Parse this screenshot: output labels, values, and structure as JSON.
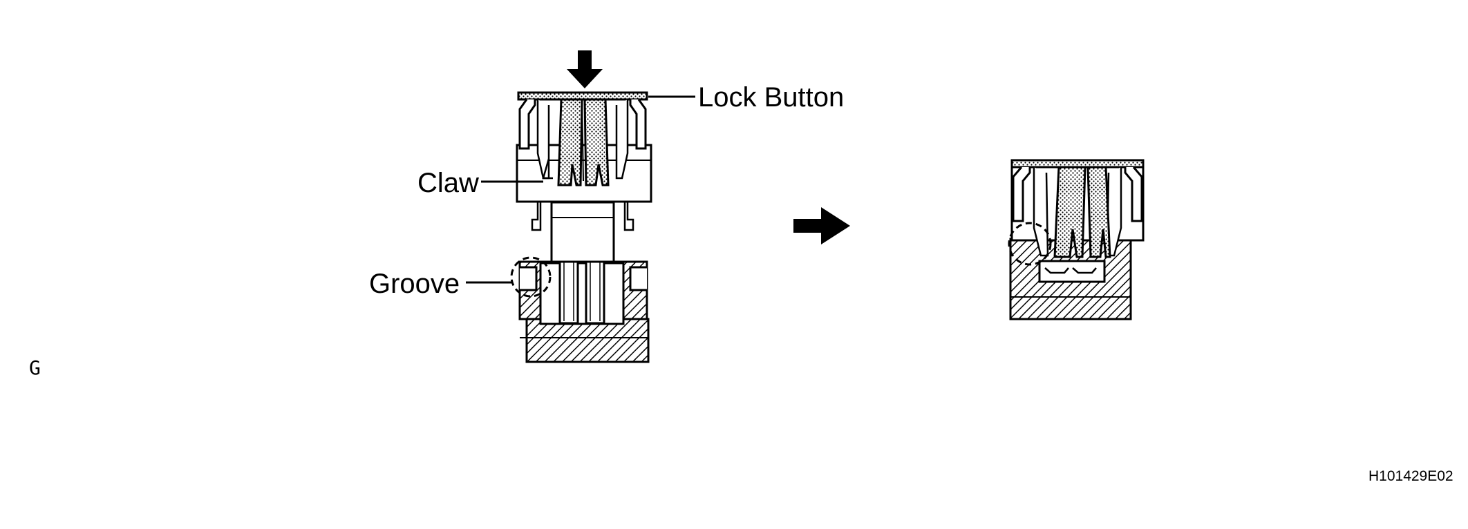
{
  "labels": {
    "lock_button": "Lock Button",
    "claw": "Claw",
    "groove": "Groove"
  },
  "margin_letter": "G",
  "figure_code": "H101429E02",
  "icons": {
    "push_arrow": "arrow-down-icon",
    "step_arrow": "arrow-right-icon"
  },
  "colors": {
    "line": "#000000",
    "background": "#ffffff"
  }
}
